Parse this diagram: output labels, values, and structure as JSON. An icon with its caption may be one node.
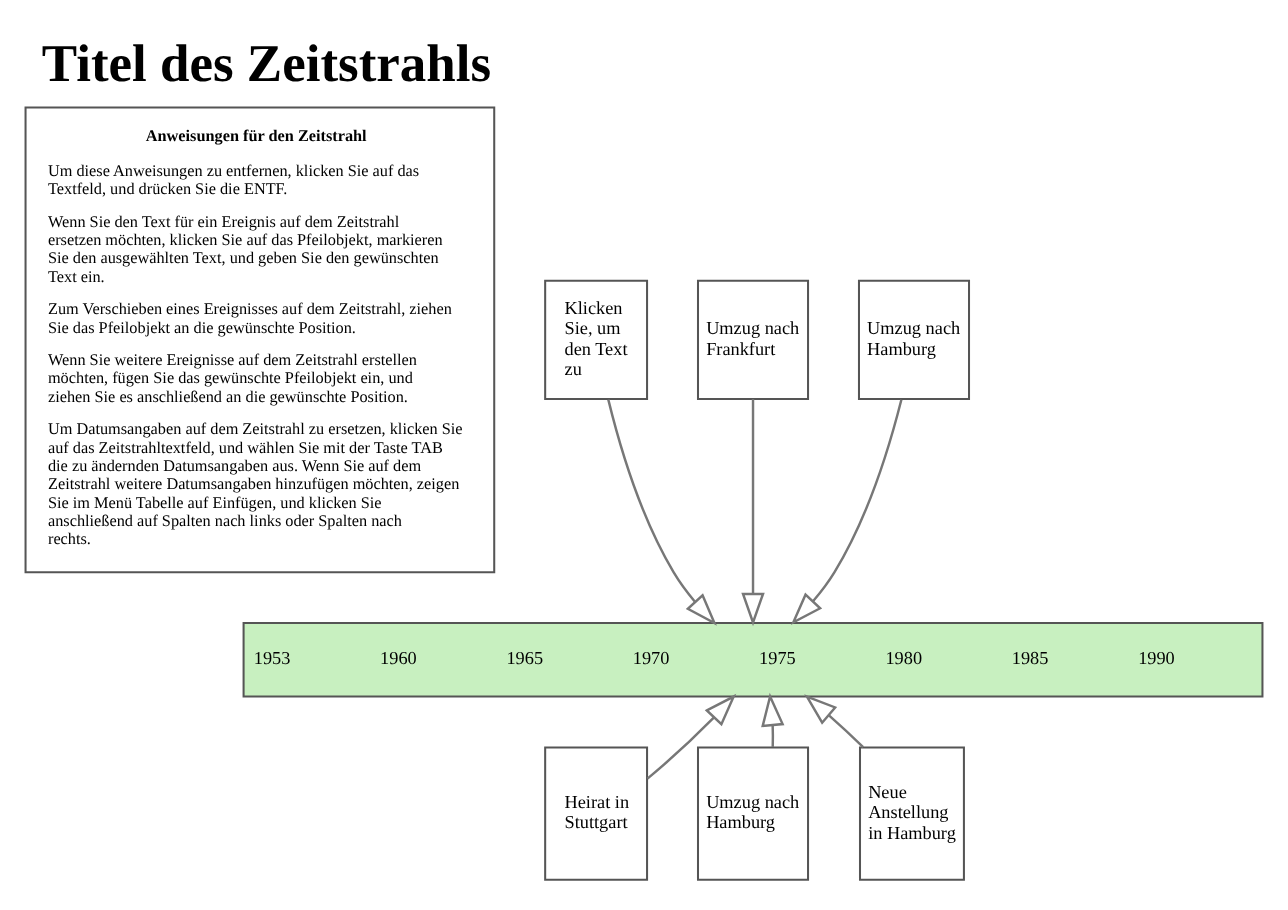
{
  "diagram": {
    "title": "Titel des Zeitstrahls",
    "nodes": [
      {
        "text": [
          "Anweisungen für den Zeitstrahl",
          "Um diese Anweisungen zu entfernen, klicken Sie auf das Textfeld, und drücken Sie die ENTF.",
          "Wenn Sie den Text für ein Ereignis auf dem Zeitstrahl ersetzen möchten, klicken Sie auf das Pfeilobjekt, markieren Sie den ausgewählten Text, und geben Sie den gewünschten Text ein.",
          "Zum Verschieben eines Ereignisses auf dem Zeitstrahl, ziehen Sie das Pfeilobjekt an die gewünschte Position.",
          "Wenn Sie weitere Ereignisse auf dem Zeitstrahl erstellen möchten, fügen Sie das gewünschte Pfeilobjekt ein, und ziehen Sie es anschließend an die gewünschte Position.",
          "Um Datumsangaben auf dem Zeitstrahl zu ersetzen, klicken Sie auf das Zeitstrahltextfeld, und wählen Sie mit der Taste TAB die zu ändernden Datumsangaben aus. Wenn Sie auf dem Zeitstrahl weitere Datumsangaben hinzufügen möchten, zeigen Sie im Menü Tabelle auf Einfügen, und klicken Sie anschließend auf Spalten nach links oder Spalten nach rechts."
        ]
      },
      {
        "text": [
          "Klicken Sie, um den Text zu"
        ]
      },
      {
        "text": [
          "Umzug nach Frankfurt"
        ]
      },
      {
        "text": [
          "Umzug nach Hamburg"
        ]
      },
      {
        "text": [
          "1953",
          "1960",
          "1965",
          "1970",
          "1975",
          "1980",
          "1985",
          "1990"
        ]
      },
      {
        "text": [
          "Heirat in Stuttgart"
        ]
      },
      {
        "text": [
          "Umzug nach Hamburg"
        ]
      },
      {
        "text": [
          "Neue Anstellung in Hamburg"
        ]
      }
    ],
    "edges": [
      {
        "from": 1,
        "to": 4,
        "arrow": "to"
      },
      {
        "from": 2,
        "to": 4,
        "arrow": "to"
      },
      {
        "from": 3,
        "to": 4,
        "arrow": "to"
      },
      {
        "from": 5,
        "to": 4,
        "arrow": "to"
      },
      {
        "from": 6,
        "to": 4,
        "arrow": "to"
      },
      {
        "from": 7,
        "to": 4,
        "arrow": "to"
      }
    ]
  }
}
